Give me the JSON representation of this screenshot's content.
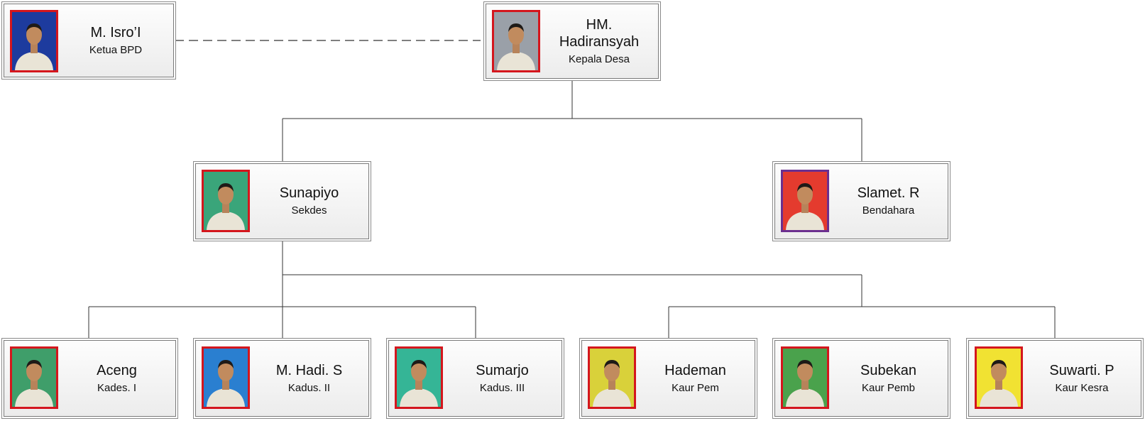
{
  "org_chart": {
    "members": {
      "bpd": {
        "name": "M. Isro’I",
        "role": "Ketua BPD",
        "photo_bg": "#1d3b9e",
        "frame": "#d4161d"
      },
      "head": {
        "name": "HM. Hadiransyah",
        "role": "Kepala Desa",
        "photo_bg": "#9aa0a8",
        "frame": "#d4161d"
      },
      "sek": {
        "name": "Sunapiyo",
        "role": "Sekdes",
        "photo_bg": "#3aa57a",
        "frame": "#d4161d"
      },
      "ben": {
        "name": "Slamet. R",
        "role": "Bendahara",
        "photo_bg": "#e43b2e",
        "frame": "#6b2f8f"
      },
      "aceng": {
        "name": "Aceng",
        "role": "Kades. I",
        "photo_bg": "#3f9e6a",
        "frame": "#d4161d"
      },
      "hadi": {
        "name": "M. Hadi. S",
        "role": "Kadus. II",
        "photo_bg": "#2a7fd0",
        "frame": "#d4161d"
      },
      "sum": {
        "name": "Sumarjo",
        "role": "Kadus. III",
        "photo_bg": "#35b596",
        "frame": "#d4161d"
      },
      "had": {
        "name": "Hademan",
        "role": "Kaur Pem",
        "photo_bg": "#d9d13a",
        "frame": "#d4161d"
      },
      "sub": {
        "name": "Subekan",
        "role": "Kaur Pemb",
        "photo_bg": "#4aa24c",
        "frame": "#d4161d"
      },
      "suw": {
        "name": "Suwarti. P",
        "role": "Kaur Kesra",
        "photo_bg": "#f1e232",
        "frame": "#d4161d"
      }
    },
    "colors": {
      "connector": "#333333",
      "dashed": "#555555",
      "box_border": "#8a8a8a"
    }
  }
}
